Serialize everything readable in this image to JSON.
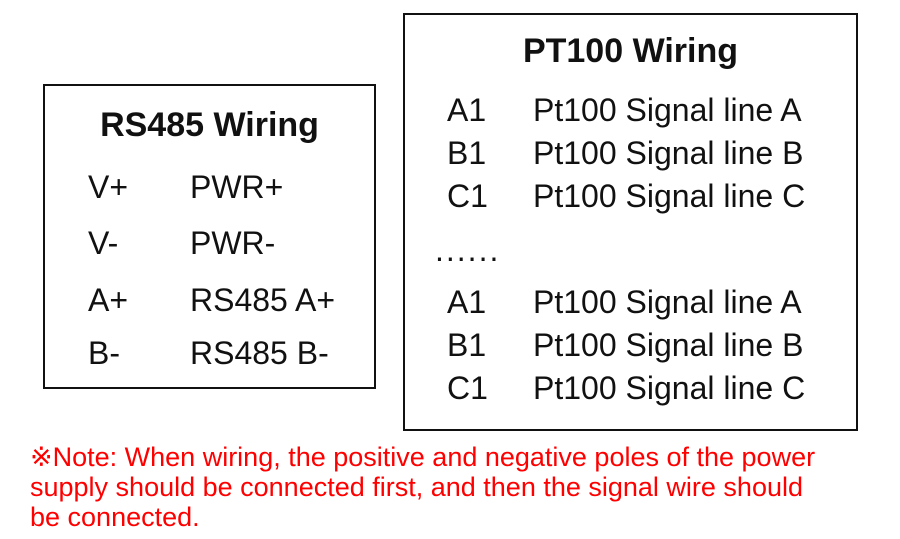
{
  "figure": {
    "rs485_box": {
      "title": "RS485 Wiring",
      "rows": [
        {
          "terminal": "V+",
          "signal": "PWR+"
        },
        {
          "terminal": "V-",
          "signal": "PWR-"
        },
        {
          "terminal": "A+",
          "signal": "RS485 A+"
        },
        {
          "terminal": "B-",
          "signal": "RS485 B-"
        }
      ]
    },
    "pt100_box": {
      "title": "PT100 Wiring",
      "rows_top": [
        {
          "terminal": "A1",
          "signal": "Pt100 Signal line A"
        },
        {
          "terminal": "B1",
          "signal": "Pt100 Signal line B"
        },
        {
          "terminal": "C1",
          "signal": "Pt100 Signal line C"
        }
      ],
      "ellipsis": "......",
      "rows_bottom": [
        {
          "terminal": "A1",
          "signal": "Pt100 Signal line A"
        },
        {
          "terminal": "B1",
          "signal": "Pt100 Signal line B"
        },
        {
          "terminal": "C1",
          "signal": "Pt100 Signal line C"
        }
      ]
    },
    "note": {
      "lines": [
        "※Note: When wiring, the positive and negative poles of the power",
        "supply should be connected first, and then the signal wire should",
        "be connected."
      ]
    },
    "colors": {
      "note_text": "#fe0000",
      "body_text": "#111111",
      "border": "#111111",
      "background": "#ffffff"
    }
  }
}
